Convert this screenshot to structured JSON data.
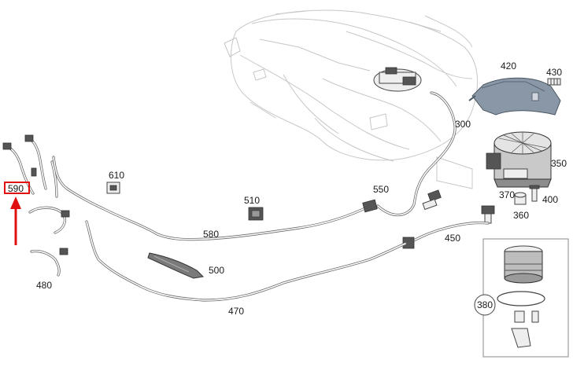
{
  "diagram": {
    "highlight_color": "#e01010",
    "bracket_color": "#8a97a6",
    "callouts": {
      "p420": "420",
      "p430": "430",
      "p300": "300",
      "p350": "350",
      "p370": "370",
      "p400": "400",
      "p360": "360",
      "p610": "610",
      "p550": "550",
      "p510": "510",
      "p580": "580",
      "p450": "450",
      "p500": "500",
      "p480": "480",
      "p470": "470",
      "p380": "380",
      "p590": "590"
    }
  }
}
